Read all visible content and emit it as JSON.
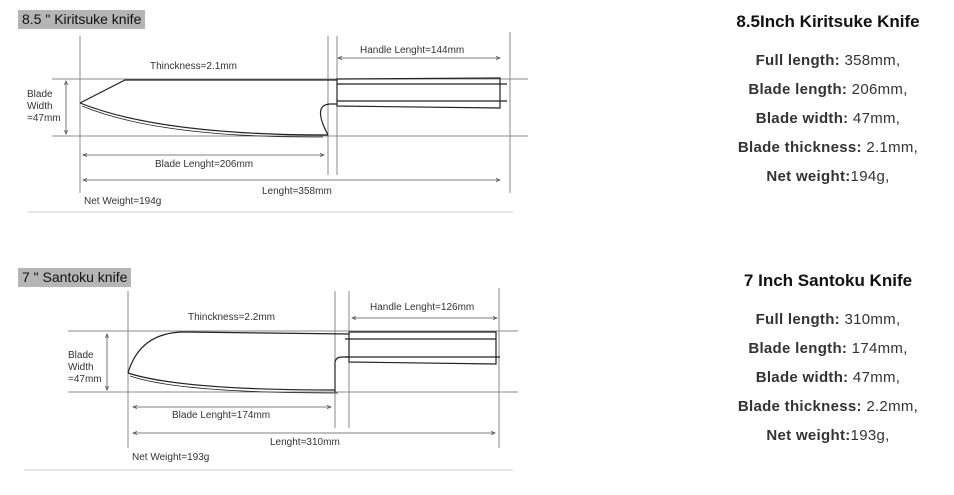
{
  "knives": [
    {
      "diagram": {
        "title": "8.5 \" Kiritsuke knife",
        "thickness": "Thinckness=2.1mm",
        "handle_length": "Handle Lenght=144mm",
        "blade_width": [
          "Blade",
          "Width",
          "=47mm"
        ],
        "blade_length": "Blade Lenght=206mm",
        "length": "Lenght=358mm",
        "net_weight": "Net Weight=194g"
      },
      "spec": {
        "title": "8.5Inch Kiritsuke Knife",
        "rows": [
          {
            "label": "Full length:",
            "value": " 358mm,"
          },
          {
            "label": "Blade length:",
            "value": " 206mm,"
          },
          {
            "label": "Blade width:",
            "value": " 47mm,"
          },
          {
            "label": "Blade thickness:",
            "value": " 2.1mm,"
          },
          {
            "label": "Net weight:",
            "value": "194g,"
          }
        ]
      }
    },
    {
      "diagram": {
        "title": "7 \" Santoku knife",
        "thickness": "Thinckness=2.2mm",
        "handle_length": "Handle Lenght=126mm",
        "blade_width": [
          "Blade",
          "Width",
          "=47mm"
        ],
        "blade_length": "Blade Lenght=174mm",
        "length": "Lenght=310mm",
        "net_weight": "Net Weight=193g"
      },
      "spec": {
        "title": "7 Inch Santoku Knife",
        "rows": [
          {
            "label": "Full length:",
            "value": " 310mm,"
          },
          {
            "label": "Blade length:",
            "value": " 174mm,"
          },
          {
            "label": "Blade width:",
            "value": " 47mm,"
          },
          {
            "label": "Blade thickness:",
            "value": " 2.2mm,"
          },
          {
            "label": "Net weight:",
            "value": "193g,"
          }
        ]
      }
    }
  ]
}
